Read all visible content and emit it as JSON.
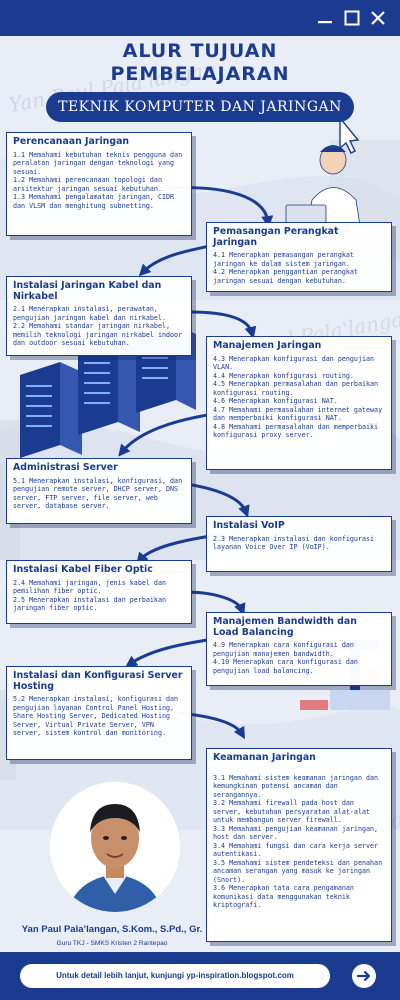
{
  "window": {
    "controls": [
      "minimize-icon",
      "maximize-icon",
      "close-icon"
    ]
  },
  "header": {
    "title_line1": "ALUR TUJUAN",
    "title_line2": "PEMBELAJARAN",
    "subtitle": "TEKNIK KOMPUTER DAN JARINGAN"
  },
  "watermark": "Yan Paul Pala'langan",
  "cards": [
    {
      "title": "Perencanaan Jaringan",
      "items": [
        "1.1 Memahami kebutuhan teknis pengguna dan peralatan jaringan dengan teknologi yang sesuai.",
        "1.2 Memahami perencanaan topologi dan arsitektur jaringan sesuai kebutuhan.",
        "1.3 Memahami pengalamatan jaringan, CIDR dan VLSM dan menghitung subnetting."
      ]
    },
    {
      "title": "Pemasangan Perangkat Jaringan",
      "items": [
        "4.1 Menerapkan pemasangan perangkat jaringan ke dalam sistem jaringan.",
        "4.2 Menerapkan penggantian perangkat jaringan sesuai dengan kebutuhan."
      ]
    },
    {
      "title": "Instalasi Jaringan Kabel dan Nirkabel",
      "items": [
        "2.1 Menerapkan instalasi, perawatan, pengujian jaringan kabel dan nirkabel.",
        "2.2 Memahami standar jaringan nirkabel, memilih teknologi jaringan nirkabel indoor dan outdoor sesuai kebutuhan."
      ]
    },
    {
      "title": "Manajemen Jaringan",
      "items": [
        "4.3 Menerapkan konfigurasi dan pengujian VLAN.",
        "4.4 Menerapkan konfigurasi routing.",
        "4.5 Menerapkan permasalahan dan perbaikan konfigurasi routing.",
        "4.6 Menerapkan konfigurasi NAT.",
        "4.7 Memahami permasalahan internet gateway dan memperbaiki konfigurasi NAT.",
        "4.8 Memahami permasalahan dan memperbaiki konfigurasi proxy server."
      ]
    },
    {
      "title": "Administrasi Server",
      "items": [
        "5.1 Menerapkan instalasi, konfigurasi, dan pengujian remote server, DHCP server, DNS server, FTP server, file server, web server, database server."
      ]
    },
    {
      "title": "Instalasi VoIP",
      "items": [
        "2.3 Menerapkan instalasi dan konfigurasi layanan Voice Over IP (VoIP)."
      ]
    },
    {
      "title": "Instalasi Kabel Fiber Optic",
      "items": [
        "2.4 Memahami jaringan, jenis kabel dan pemilihan fiber optic.",
        "2.5 Menerapkan instalasi dan perbaikan jaringan fiber optic."
      ]
    },
    {
      "title": "Manajemen Bandwidth dan Load Balancing",
      "items": [
        "4.9 Menerapkan cara konfigurasi dan pengujian manajemen bandwidth.",
        "4.10 Menerapkan cara konfigurasi dan pengujian load balancing."
      ]
    },
    {
      "title": "Instalasi dan Konfigurasi Server Hosting",
      "items": [
        "5.2 Menerapkan instalasi, konfigurasi dan pengujian layanan Control Panel Hosting, Share Hosting Server, Dedicated Hosting Server, Virtual Private Server, VPN server, sistem kontrol dan monitoring."
      ]
    },
    {
      "title": "Keamanan Jaringan",
      "items": [
        "3.1 Memahami sistem keamanan jaringan dan kemungkinan potensi ancaman dan serangannya.",
        "3.2 Memahami firewall pada host dan server, kebutuhan persyaratan alat-alat untuk membangun server firewall.",
        "3.3 Memahami pengujian keamanan jaringan, host dan server.",
        "3.4 Memahami fungsi dan cara kerja server autentikasi.",
        "3.5 Memahami sistem pendeteksi dan penahan ancaman serangan yang masuk ke jaringan (Snort).",
        "3.6 Menerapkan tata cara pengamanan komunikasi data menggunakan teknik kriptografi."
      ]
    }
  ],
  "author": {
    "name": "Yan Paul Pala’langan, S.Kom., S.Pd., Gr.",
    "role": "Guru TKJ - SMKS Kristen 2 Rantepao"
  },
  "footer": {
    "text": "Untuk detail lebih lanjut, kunjungi yp-inspiration.blogspot.com",
    "arrow_icon": "arrow-right-icon"
  },
  "colors": {
    "primary": "#1a3b8f",
    "background": "#ecf0f6",
    "card": "#ffffff"
  }
}
